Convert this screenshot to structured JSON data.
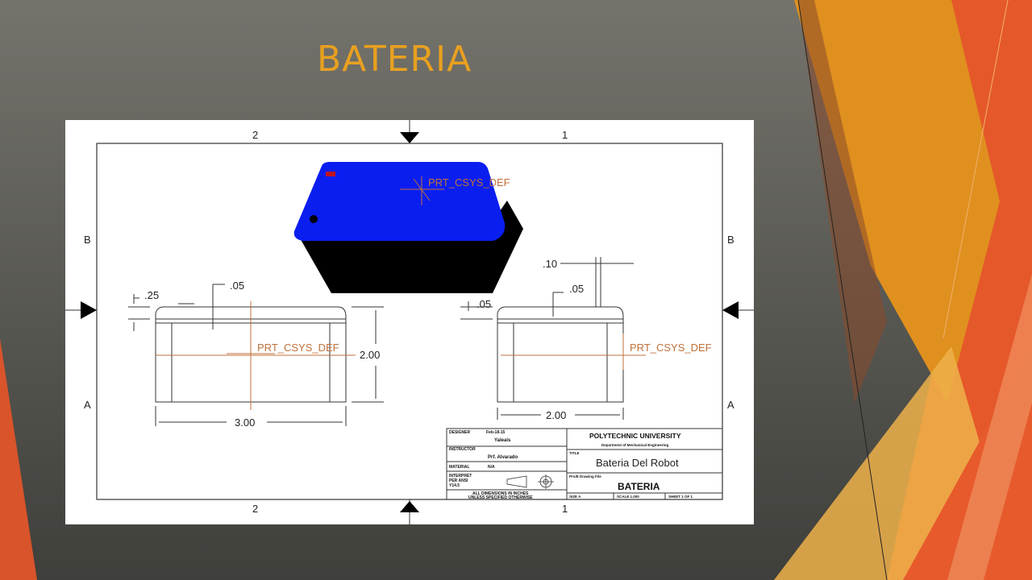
{
  "slide": {
    "title": "BATERIA",
    "title_color": "#e8a020",
    "accent_colors": [
      "#e8a020",
      "#e35a26",
      "#f4b24a"
    ]
  },
  "drawing": {
    "zone_top_left": "2",
    "zone_top_right": "1",
    "zone_bottom_left": "2",
    "zone_bottom_right": "1",
    "zone_left_upper": "B",
    "zone_left_lower": "A",
    "zone_right_upper": "B",
    "zone_right_lower": "A",
    "csys_label": "PRT_CSYS_DEF",
    "front_view": {
      "dim_top_gap": ".25",
      "dim_top_lip": ".05",
      "dim_height": "2.00",
      "dim_width": "3.00",
      "csys_label": "PRT_CSYS_DEF"
    },
    "side_view": {
      "dim_terminal": ".10",
      "dim_top_lip": ".05",
      "dim_left_lip": ".05",
      "dim_width": "2.00",
      "csys_label": "PRT_CSYS_DEF"
    },
    "iso_view": {
      "top_color": "#0a1ef0",
      "body_color": "#000000",
      "terminal_color": "#c0141e",
      "csys_label": "PRT_CSYS_DEF"
    }
  },
  "title_block": {
    "designer_label": "DESIGNER",
    "date": "Feb-18-15",
    "designer": "Yaleais",
    "instructor_label": "INSTRUCTOR",
    "instructor": "Prf. Alvarado",
    "material_label": "MATERIAL",
    "material": "N/A",
    "interpret_label_1": "INTERPRET",
    "interpret_label_2": "PER ANSI",
    "interpret_label_3": "Y14.5",
    "dims_note_1": "ALL DIMENSIONS IN INCHES",
    "dims_note_2": "UNLESS SPECIFIED OTHERWISE",
    "university": "POLYTECHNIC UNIVERSITY",
    "department": "Department of Mechanical Engineering",
    "title_label": "TITLE",
    "title": "Bateria Del Robot",
    "drawing_file_label": "Pro/E Drawing File",
    "drawing_file": "BATERIA",
    "size": "SIZE A",
    "scale": "SCALE 1.000",
    "sheet": "SHEET 1 OF 1"
  }
}
